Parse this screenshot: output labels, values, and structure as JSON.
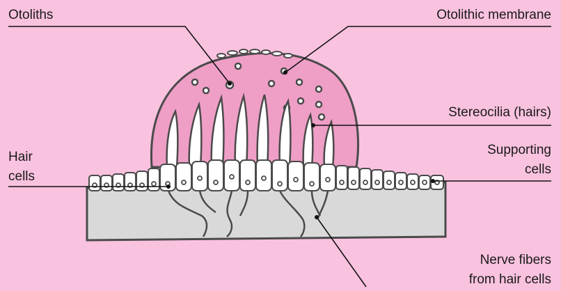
{
  "colors": {
    "background": "#f9c2df",
    "membrane": "#ef9ec6",
    "base": "#d9d9d9",
    "cell": "#ffffff",
    "stroke": "#4a4a4a",
    "leader": "#111111"
  },
  "labels": {
    "otoliths": "Otoliths",
    "otolithic_membrane": "Otolithic membrane",
    "stereocilia": "Stereocilia (hairs)",
    "hair_cells_line1": "Hair",
    "hair_cells_line2": "cells",
    "supporting_cells_line1": "Supporting",
    "supporting_cells_line2": "cells",
    "nerve_fibers_line1": "Nerve fibers",
    "nerve_fibers_line2": "from hair cells"
  }
}
